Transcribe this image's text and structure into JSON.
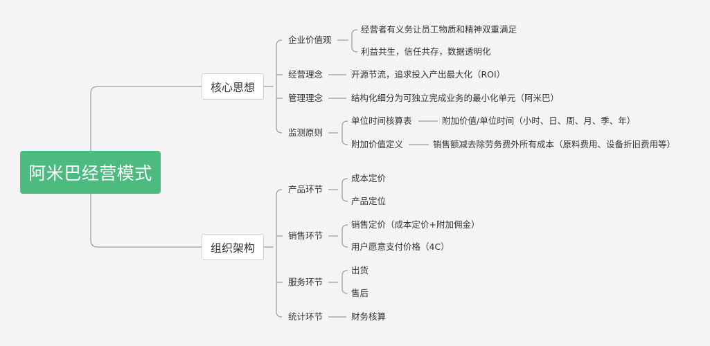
{
  "root": "阿米巴经营模式",
  "core": {
    "label": "核心思想",
    "value_view": {
      "label": "企业价值观",
      "items": [
        "经营者有义务让员工物质和精神双重满足",
        "利益共生，信任共存，数据透明化"
      ]
    },
    "business_philosophy": {
      "label": "经营理念",
      "text": "开源节流，追求投入产出最大化（ROI）"
    },
    "management_philosophy": {
      "label": "管理理念",
      "text": "结构化细分为可独立完成业务的最小化单元（阿米巴）"
    },
    "monitoring": {
      "label": "监测原则",
      "items": [
        {
          "label": "单位时间核算表",
          "text": "附加价值/单位时间（小时、日、周、月、季、年）"
        },
        {
          "label": "附加价值定义",
          "text": "销售额减去除劳务费外所有成本（原料费用、设备折旧费用等）"
        }
      ]
    }
  },
  "org": {
    "label": "组织架构",
    "product": {
      "label": "产品环节",
      "items": [
        "成本定价",
        "产品定位"
      ]
    },
    "sales": {
      "label": "销售环节",
      "items": [
        "销售定价（成本定价+附加佣金）",
        "用户愿意支付价格（4C）"
      ]
    },
    "service": {
      "label": "服务环节",
      "items": [
        "出货",
        "售后"
      ]
    },
    "stats": {
      "label": "统计环节",
      "text": "财务核算"
    }
  }
}
